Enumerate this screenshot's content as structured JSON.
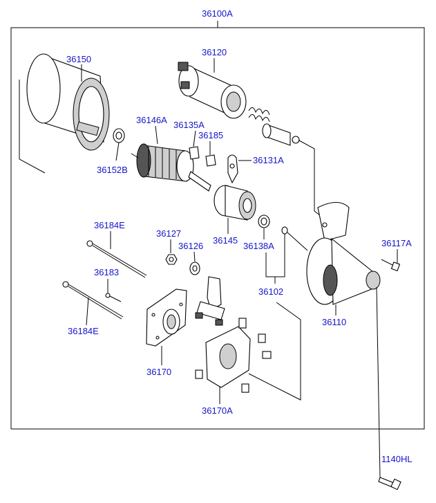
{
  "diagram": {
    "title": "36100A",
    "part_labels": {
      "p36150": "36150",
      "p36120": "36120",
      "p36146A": "36146A",
      "p36135A": "36135A",
      "p36185": "36185",
      "p36131A": "36131A",
      "p36152B": "36152B",
      "p36145": "36145",
      "p36138A": "36138A",
      "p36117A": "36117A",
      "p36184E_top": "36184E",
      "p36127": "36127",
      "p36126": "36126",
      "p36183": "36183",
      "p36102": "36102",
      "p36110": "36110",
      "p36184E_bottom": "36184E",
      "p36170": "36170",
      "p36170A": "36170A",
      "p1140HL": "1140HL"
    },
    "colors": {
      "label": "#1515c8",
      "line": "#000000"
    }
  }
}
